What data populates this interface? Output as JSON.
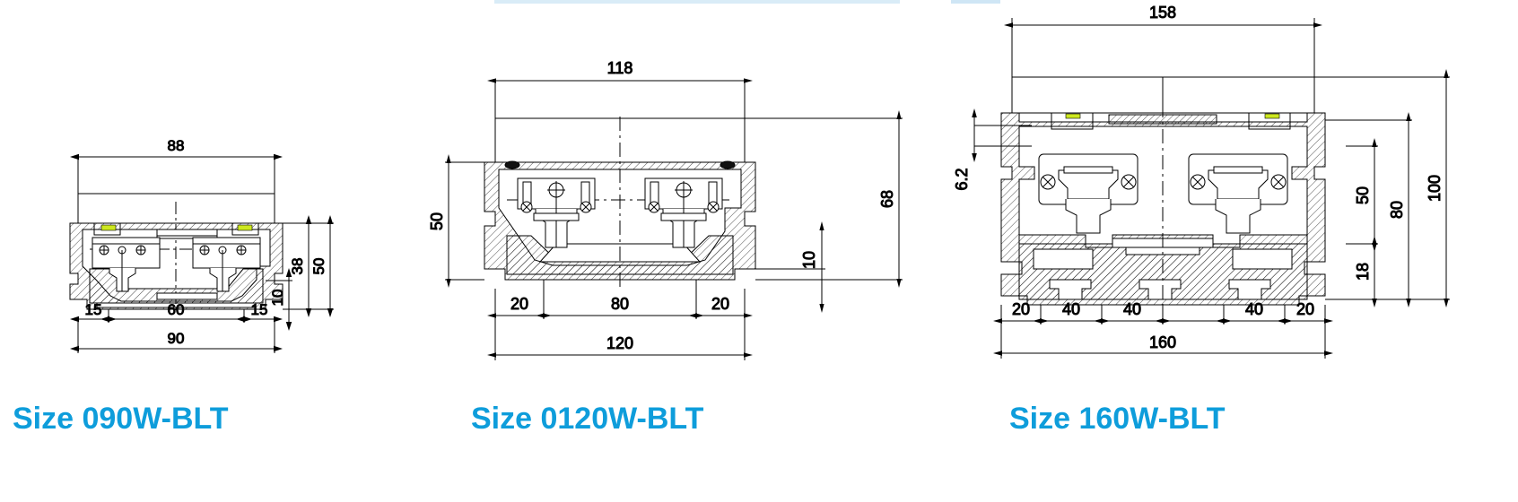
{
  "document": {
    "kind": "engineering-cross-section-drawing",
    "line_color": "#000000",
    "accent_color": "#0e9ddb",
    "highlight_color": "#c8e600",
    "background": "#ffffff"
  },
  "drawings": [
    {
      "id": "size-090w-blt",
      "title": "Size 090W-BLT",
      "dimensions": {
        "top_width": "88",
        "overall_width": "90",
        "inner_width": "60",
        "left_offset": "15",
        "right_offset": "15",
        "total_height": "50",
        "inner_height": "38",
        "base_height": "10"
      },
      "labels": [
        "88",
        "50",
        "38",
        "10",
        "15",
        "60",
        "15",
        "90"
      ]
    },
    {
      "id": "size-0120w-blt",
      "title": "Size 0120W-BLT",
      "dimensions": {
        "top_width": "118",
        "overall_width": "120",
        "inner_width": "80",
        "left_offset": "20",
        "right_offset": "20",
        "profile_height": "50",
        "total_height": "68",
        "base_height": "10"
      },
      "labels": [
        "118",
        "50",
        "68",
        "10",
        "20",
        "80",
        "20",
        "120"
      ]
    },
    {
      "id": "size-160w-blt",
      "title": "Size 160W-BLT",
      "dimensions": {
        "top_width": "158",
        "overall_width": "160",
        "cover_thickness": "6.2",
        "segment_1": "20",
        "segment_2": "40",
        "segment_3": "40",
        "segment_4": "40",
        "segment_5": "20",
        "inner_height": "50",
        "base_height": "18",
        "body_height": "80",
        "total_height": "100"
      },
      "labels": [
        "158",
        "6.2",
        "100",
        "80",
        "50",
        "18",
        "20",
        "40",
        "40",
        "40",
        "20",
        "160"
      ]
    }
  ]
}
